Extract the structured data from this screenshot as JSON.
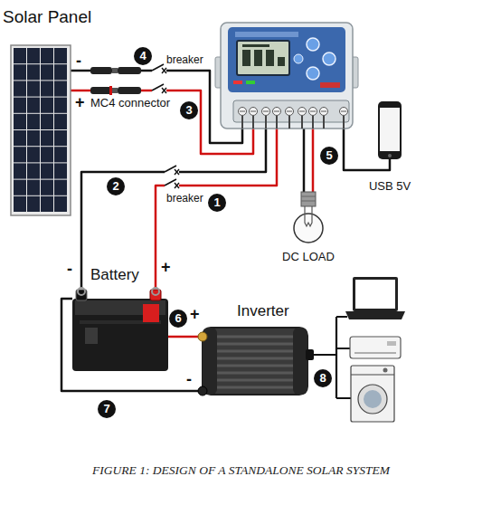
{
  "diagram": {
    "caption": "FIGURE 1: DESIGN OF A STANDALONE SOLAR SYSTEM",
    "nodes": [
      {
        "text": [
          "Solar Panel"
        ]
      },
      {
        "text": []
      },
      {
        "text": [
          "USB 5V"
        ]
      },
      {
        "text": [
          "DC LOAD"
        ]
      },
      {
        "text": [
          "Battery"
        ]
      },
      {
        "text": [
          "Inverter"
        ]
      }
    ],
    "edges": [
      {
        "from": 0,
        "to": 1,
        "arrow": "none"
      },
      {
        "from": 0,
        "to": 1,
        "arrow": "none"
      },
      {
        "from": 4,
        "to": 1,
        "arrow": "none"
      },
      {
        "from": 4,
        "to": 1,
        "arrow": "none"
      },
      {
        "from": 1,
        "to": 3,
        "arrow": "none"
      },
      {
        "from": 1,
        "to": 3,
        "arrow": "none"
      },
      {
        "from": 1,
        "to": 2,
        "arrow": "none"
      },
      {
        "from": 4,
        "to": 5,
        "arrow": "none"
      },
      {
        "from": 4,
        "to": 5,
        "arrow": "none"
      }
    ],
    "labels": [
      "-",
      "+",
      "MC4 connector",
      "4",
      "breaker",
      "3",
      "2",
      "breaker",
      "1",
      "5",
      "-",
      "+",
      "6",
      "+",
      "-",
      "7",
      "8"
    ]
  }
}
